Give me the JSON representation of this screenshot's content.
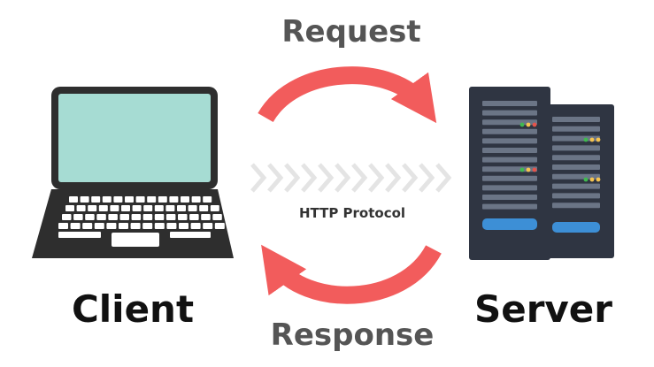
{
  "labels": {
    "request": "Request",
    "response": "Response",
    "protocol": "HTTP Protocol",
    "client": "Client",
    "server": "Server"
  },
  "colors": {
    "arrow": "#f25c5c",
    "screen": "#a6dcd3",
    "device_dark": "#2e2e2e",
    "server_body": "#2f3542",
    "server_bay": "#6b7586",
    "server_highlight": "#3d8fd6",
    "chevron": "#e4e4e4"
  },
  "icons": {
    "client": "laptop-icon",
    "server": "server-rack-icon",
    "request_arrow": "curved-arrow-right-icon",
    "response_arrow": "curved-arrow-left-icon",
    "protocol": "chevron-stream-icon"
  }
}
